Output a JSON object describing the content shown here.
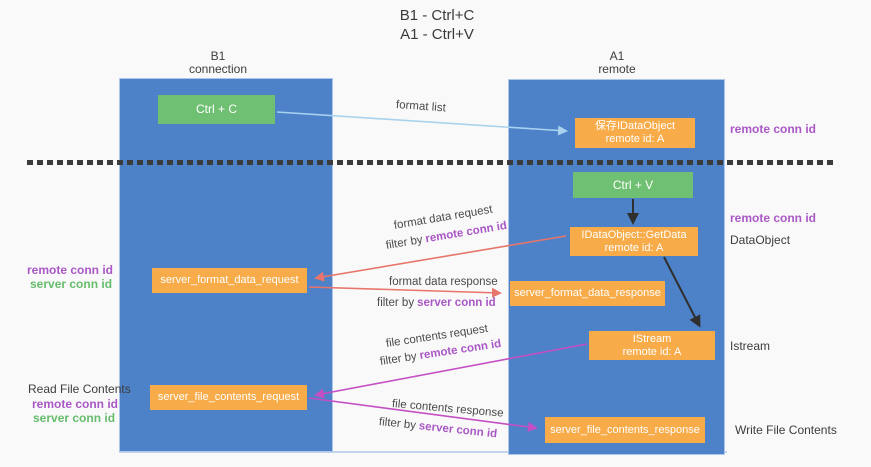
{
  "title": {
    "line1": "B1 - Ctrl+C",
    "line2": "A1 - Ctrl+V"
  },
  "lanes": {
    "b1": {
      "name": "B1",
      "subtitle": "connection"
    },
    "a1": {
      "name": "A1",
      "subtitle": "remote"
    }
  },
  "nodes": {
    "ctrl_c": {
      "label": "Ctrl + C"
    },
    "save_dataobject": {
      "line1": "保存IDataObject",
      "line2": "remote id: A"
    },
    "ctrl_v": {
      "label": "Ctrl + V"
    },
    "getdata": {
      "line1": "IDataObject::GetData",
      "line2": "remote id: A"
    },
    "istream": {
      "line1": "IStream",
      "line2": "remote id: A"
    },
    "format_request": {
      "label": "server_format_data_request"
    },
    "format_response": {
      "label": "server_format_data_response"
    },
    "file_request": {
      "label": "server_file_contents_request"
    },
    "file_response": {
      "label": "server_file_contents_response"
    }
  },
  "edges": {
    "format_list": {
      "label": "format list"
    },
    "format_data_request": {
      "label": "format data request",
      "filter_by": "filter by",
      "filter_key": "remote conn id"
    },
    "format_data_response": {
      "label": "format data response",
      "filter_by": "filter by",
      "filter_key": "server conn id"
    },
    "file_contents_request": {
      "label": "file contents request",
      "filter_by": "filter by",
      "filter_key": "remote conn id"
    },
    "file_contents_response": {
      "label": "file contents response",
      "filter_by": "filter by",
      "filter_key": "server conn id"
    }
  },
  "left_labels": {
    "group1": {
      "remote": "remote conn id",
      "server": "server conn id"
    },
    "read_file": "Read File Contents",
    "group2": {
      "remote": "remote conn id",
      "server": "server conn id"
    }
  },
  "right_labels": {
    "remote_1": "remote conn id",
    "remote_2": "remote conn id",
    "dataobject": "DataObject",
    "istream": "Istream",
    "write_file": "Write File Contents"
  },
  "colors": {
    "lane_blue": "#4d82c9",
    "node_orange": "#f7ab49",
    "node_green": "#6fc072",
    "arrow_red": "#e8756b",
    "arrow_magenta": "#c44fc4",
    "arrow_lightblue": "#a8d2ee",
    "arrow_black": "#2f2f2f",
    "label_purple": "#a958c5",
    "label_green": "#66bd6b"
  }
}
